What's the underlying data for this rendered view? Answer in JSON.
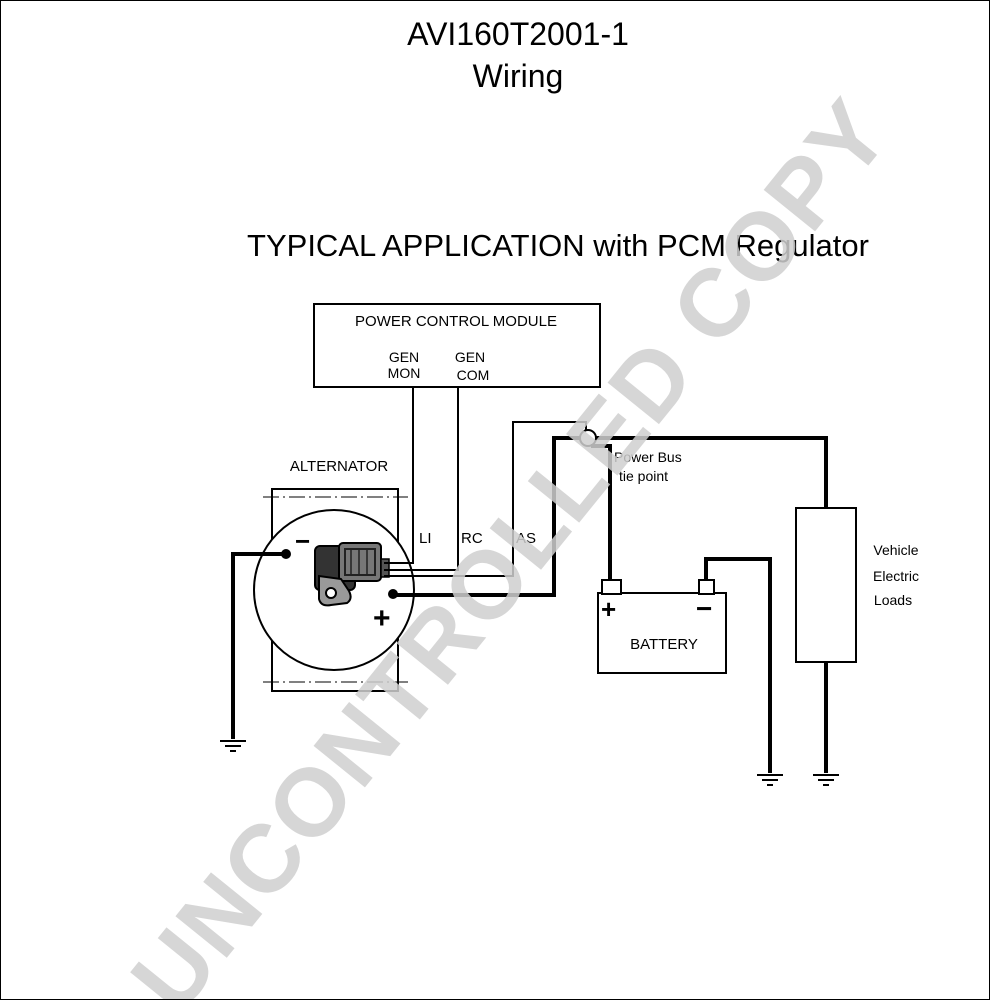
{
  "header": {
    "part_number": "AVI160T2001-1",
    "subtitle": "Wiring",
    "application_title": "TYPICAL APPLICATION with PCM Regulator"
  },
  "power_control_module": {
    "title": "POWER CONTROL MODULE",
    "gen_mon_line1": "GEN",
    "gen_mon_line2": "MON",
    "gen_com_line1": "GEN",
    "gen_com_line2": "COM"
  },
  "alternator": {
    "label": "ALTERNATOR",
    "minus_symbol": "−",
    "plus_symbol": "+",
    "terminal_li": "LI",
    "terminal_rc": "RC",
    "terminal_as": "AS"
  },
  "power_bus": {
    "line1": "Power Bus",
    "line2": "tie point"
  },
  "battery": {
    "label": "BATTERY",
    "plus_symbol": "+",
    "minus_symbol": "−"
  },
  "loads": {
    "line1": "Vehicle",
    "line2": "Electric",
    "line3": "Loads"
  },
  "watermark": {
    "text": "UNCONTROLLED COPY"
  },
  "colors": {
    "background": "#ffffff",
    "ink": "#000000",
    "watermark": "#cfcfcf"
  }
}
